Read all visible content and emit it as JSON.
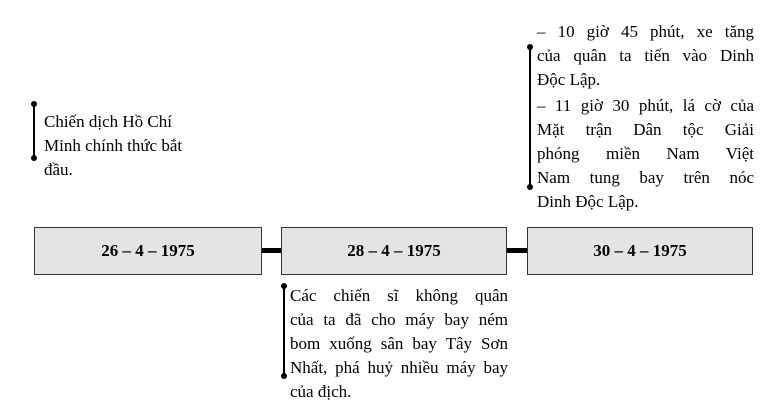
{
  "timeline": {
    "dates": [
      "26 – 4 – 1975",
      "28 – 4 – 1975",
      "30 – 4 – 1975"
    ]
  },
  "events": {
    "e1": {
      "lines": [
        "Chiến dịch Hồ Chí",
        "Minh chính thức bắt",
        "đầu."
      ]
    },
    "e2": {
      "lines": [
        "Các chiến sĩ không quân",
        "của ta đã cho máy bay ném",
        "bom xuống sân bay Tây Sơn",
        "Nhất, phá huỷ nhiều máy bay",
        "của địch."
      ]
    },
    "e3": {
      "item1": [
        "– 10 giờ 45 phút, xe tăng",
        "của quân ta tiến vào Dinh",
        "Độc Lập."
      ],
      "item2": [
        "– 11 giờ 30 phút, lá cờ của",
        "Mặt trận Dân tộc Giải",
        "phóng miền Nam Việt",
        "Nam tung bay trên nóc",
        "Dinh Độc Lập."
      ]
    }
  }
}
